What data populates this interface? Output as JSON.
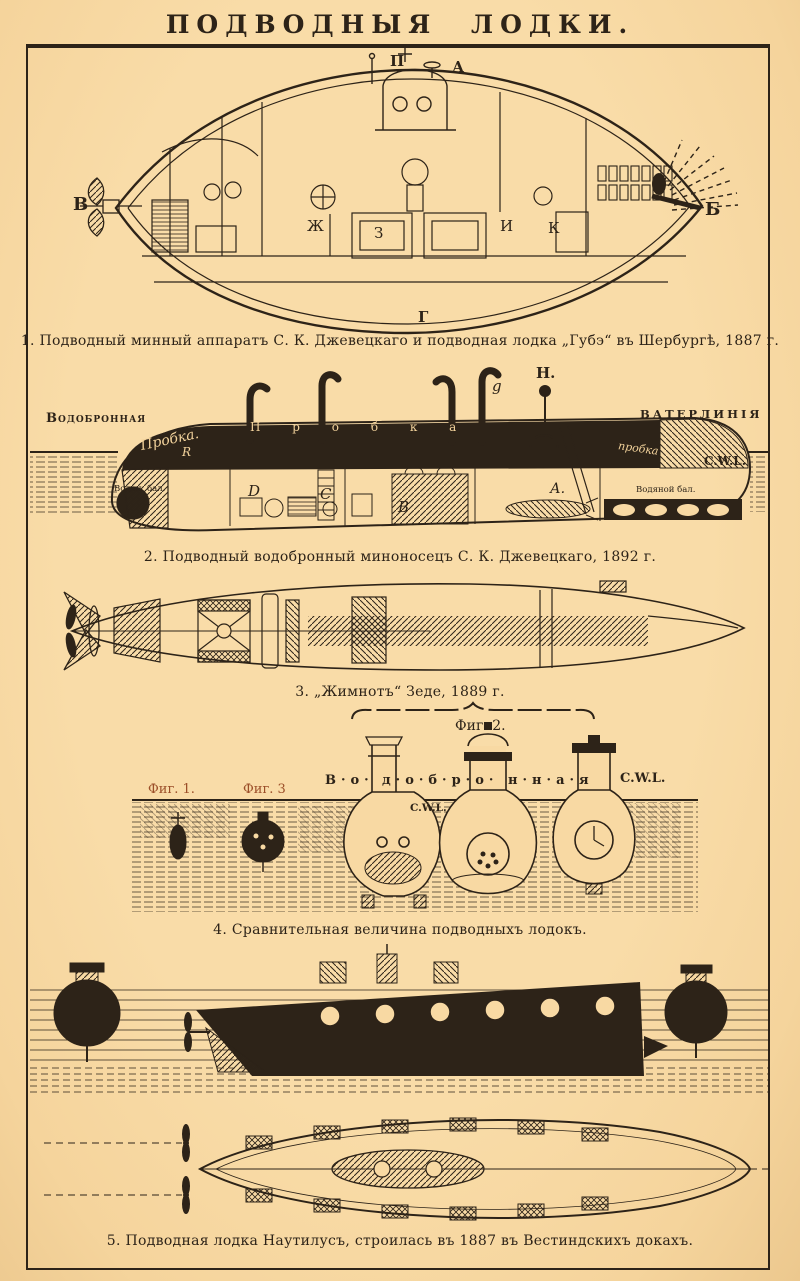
{
  "page": {
    "title": "ПОДВОДНЫЯ ЛОДКИ.",
    "colors": {
      "paper": "#f8d9a3",
      "ink": "#2d2318",
      "figure_label_red": "#9b4e28"
    }
  },
  "fig1": {
    "caption": "1. Подводный минный аппаратъ С. К. Джевецкаго и подводная лодка „Губэ“ въ Шербургѣ, 1887 г.",
    "labels": {
      "p": "П",
      "a": "А",
      "v": "В",
      "b": "Б",
      "g": "Г",
      "zh": "Ж",
      "z": "З",
      "i": "И",
      "k": "К"
    }
  },
  "fig2": {
    "caption": "2. Подводный водобронный миноносецъ С. К. Джевецкаго, 1892 г.",
    "label_armor": "Водобронная",
    "label_waterline": "ВАТЕРЛИНІЯ",
    "label_cwl": "C.W.L.",
    "script_probka_left": "Пробка.",
    "script_probka_spread": "П р о б к а",
    "script_probka_right": "пробка",
    "letter_r": "R",
    "letter_d": "D",
    "letter_c": "C",
    "letter_b": "B",
    "letter_a": "А.",
    "letter_n": "Н.",
    "letter_g": "g",
    "label_ballast_left": "Водян. бал.",
    "label_ballast_right": "Водяной бал."
  },
  "fig3": {
    "caption": "3. „Жимнотъ“ Зеде, 1889 г."
  },
  "fig4": {
    "caption": "4. Сравнительная величина подводныхъ лодокъ.",
    "label_fig2": "Фиг. 2.",
    "label_fig1": "Фиг. 1.",
    "label_fig3": "Фиг. 3",
    "word_1": "В·о·",
    "word_2": "д·о·б·р·о·",
    "word_3": "н·н·а·я",
    "label_cwl_top": "C.W.L.",
    "label_cwl_mid": "C.W.L."
  },
  "fig5": {
    "caption": "5. Подводная лодка Наутилусъ, строилась въ 1887 въ Вестиндскихъ докахъ."
  }
}
